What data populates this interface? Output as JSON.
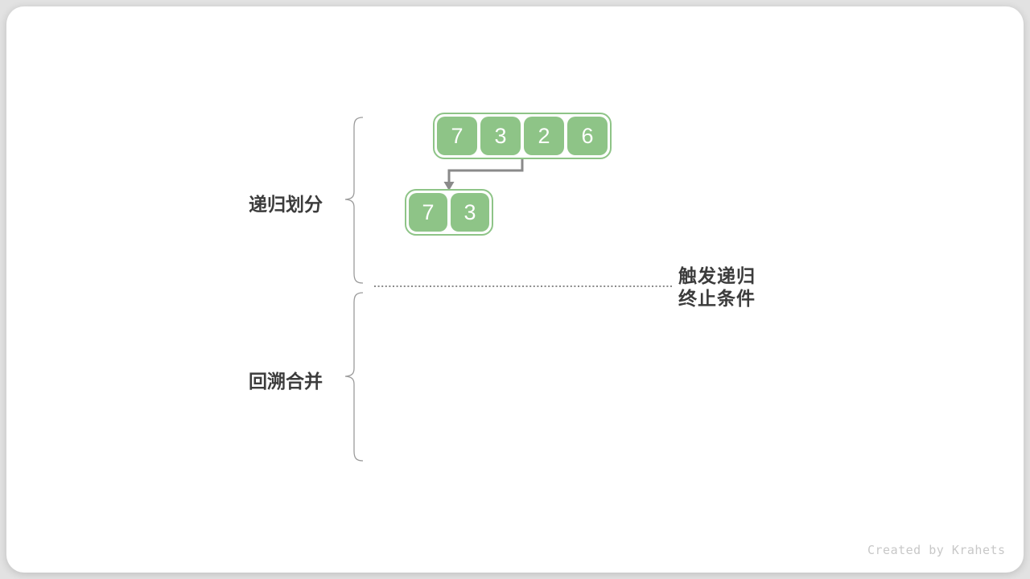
{
  "canvas": {
    "background_color": "#e2e2e2",
    "card_color": "#ffffff"
  },
  "diagram": {
    "phase_labels": {
      "divide": "递归划分",
      "merge": "回溯合并"
    },
    "termination_note": {
      "line1": "触发递归",
      "line2": "终止条件"
    },
    "arrays": [
      {
        "id": "level-1",
        "values": [
          "7",
          "3",
          "2",
          "6"
        ]
      },
      {
        "id": "level-2",
        "values": [
          "7",
          "3"
        ]
      }
    ],
    "colors": {
      "cell_fill": "#8ec487",
      "cell_text": "#ffffff",
      "arrow": "#8a8a8a",
      "label_text": "#3c3c3c",
      "brace": "#9b9b9b",
      "dotted_line": "#8a8a8a"
    }
  },
  "footer": {
    "credit": "Created by Krahets"
  }
}
